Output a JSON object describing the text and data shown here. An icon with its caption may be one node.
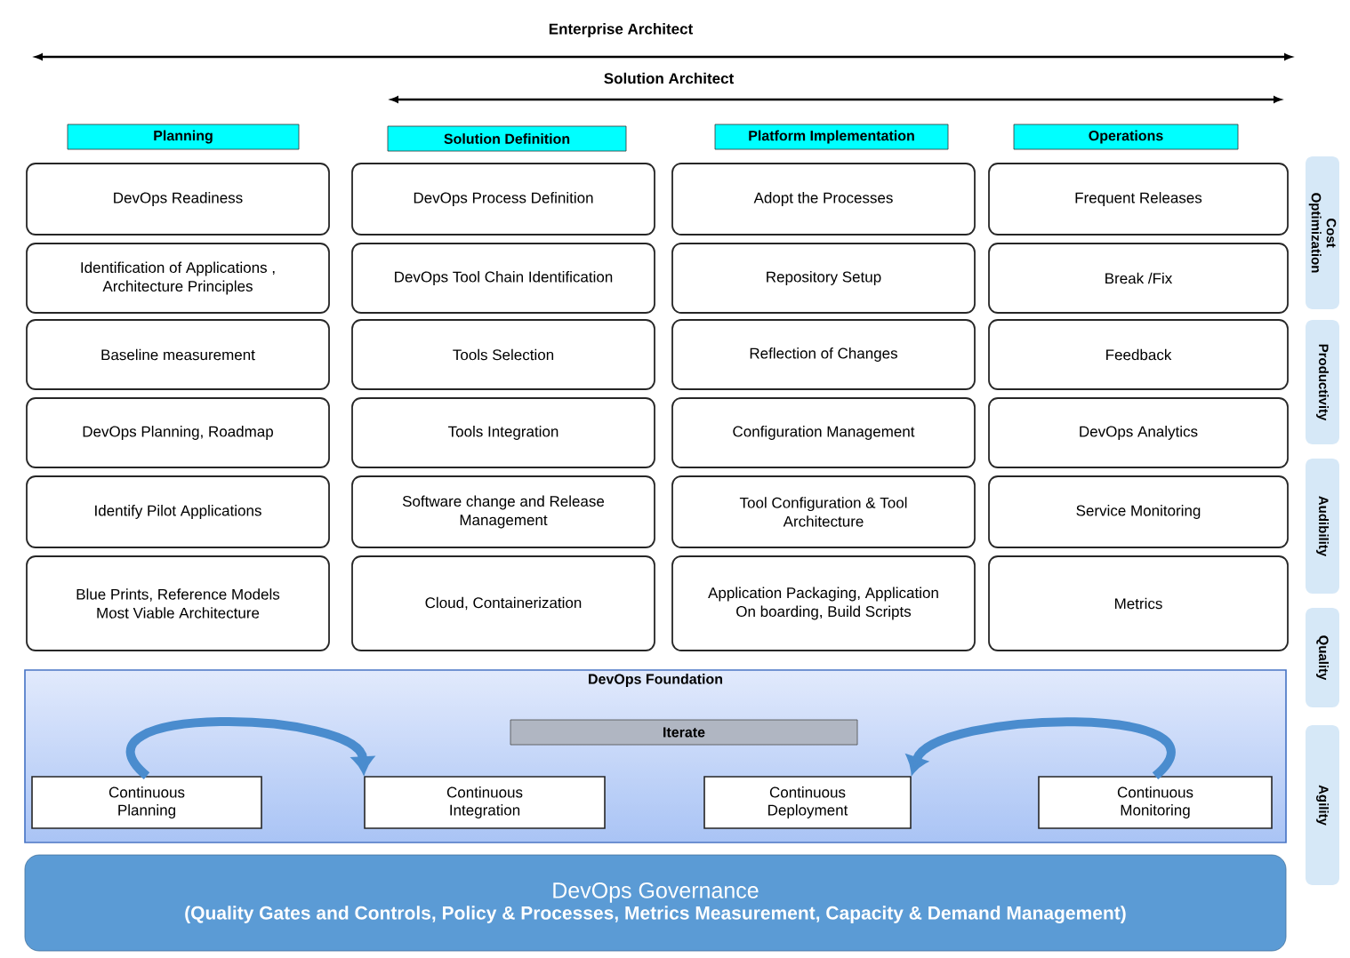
{
  "diagram": {
    "nodes": [
      {
        "text": [
          "Planning"
        ]
      },
      {
        "text": [
          "Solution Definition"
        ]
      },
      {
        "text": [
          "Platform Implementation"
        ]
      },
      {
        "text": [
          "Operations"
        ]
      },
      {
        "text": [
          "DevOps Readiness"
        ]
      },
      {
        "text": [
          "DevOps Process Definition"
        ]
      },
      {
        "text": [
          "Adopt the Processes"
        ]
      },
      {
        "text": [
          "Frequent Releases"
        ]
      },
      {
        "text": [
          "Identification of Applications , Architecture Principles"
        ]
      },
      {
        "text": [
          "DevOps Tool Chain Identification"
        ]
      },
      {
        "text": [
          "Repository Setup"
        ]
      },
      {
        "text": [
          "Break /Fix"
        ]
      },
      {
        "text": [
          "Baseline measurement"
        ]
      },
      {
        "text": [
          "Tools Selection"
        ]
      },
      {
        "text": [
          "Reflection of Changes"
        ]
      },
      {
        "text": [
          "Feedback"
        ]
      },
      {
        "text": [
          "DevOps Planning, Roadmap"
        ]
      },
      {
        "text": [
          "Tools Integration"
        ]
      },
      {
        "text": [
          "Configuration Management"
        ]
      },
      {
        "text": [
          "DevOps Analytics"
        ]
      },
      {
        "text": [
          "Identify Pilot Applications"
        ]
      },
      {
        "text": [
          "Software change and Release Management"
        ]
      },
      {
        "text": [
          "Tool Configuration & Tool Architecture"
        ]
      },
      {
        "text": [
          "Service Monitoring"
        ]
      },
      {
        "text": [
          "Blue Prints, Reference Models Most Viable Architecture"
        ]
      },
      {
        "text": [
          "Cloud, Containerization"
        ]
      },
      {
        "text": [
          "Application Packaging, Application On boarding, Build Scripts"
        ]
      },
      {
        "text": [
          "Metrics"
        ]
      },
      {
        "text": [
          "Cost Optimization"
        ]
      },
      {
        "text": [
          "Productivity"
        ]
      },
      {
        "text": [
          "Audibility"
        ]
      },
      {
        "text": [
          "Quality"
        ]
      },
      {
        "text": [
          "Agility"
        ]
      },
      {
        "text": [
          "DevOps Foundation"
        ]
      },
      {
        "text": [
          "Iterate"
        ],
        "in": 33
      },
      {
        "text": [
          "Continuous Planning"
        ],
        "in": 33
      },
      {
        "text": [
          "Continuous Integration"
        ],
        "in": 33
      },
      {
        "text": [
          "Continuous Deployment"
        ],
        "in": 33
      },
      {
        "text": [
          "Continuous Monitoring"
        ],
        "in": 33
      },
      {
        "text": [
          "DevOps Governance",
          "(Quality Gates and Controls, Policy & Processes, Metrics Measurement, Capacity & Demand Management)"
        ]
      }
    ],
    "edges": [
      {
        "from": 35,
        "to": 36,
        "arrow": "to"
      },
      {
        "from": 38,
        "to": 37,
        "arrow": "to"
      }
    ],
    "labels": [
      "Enterprise Architect",
      "Solution Architect"
    ]
  }
}
